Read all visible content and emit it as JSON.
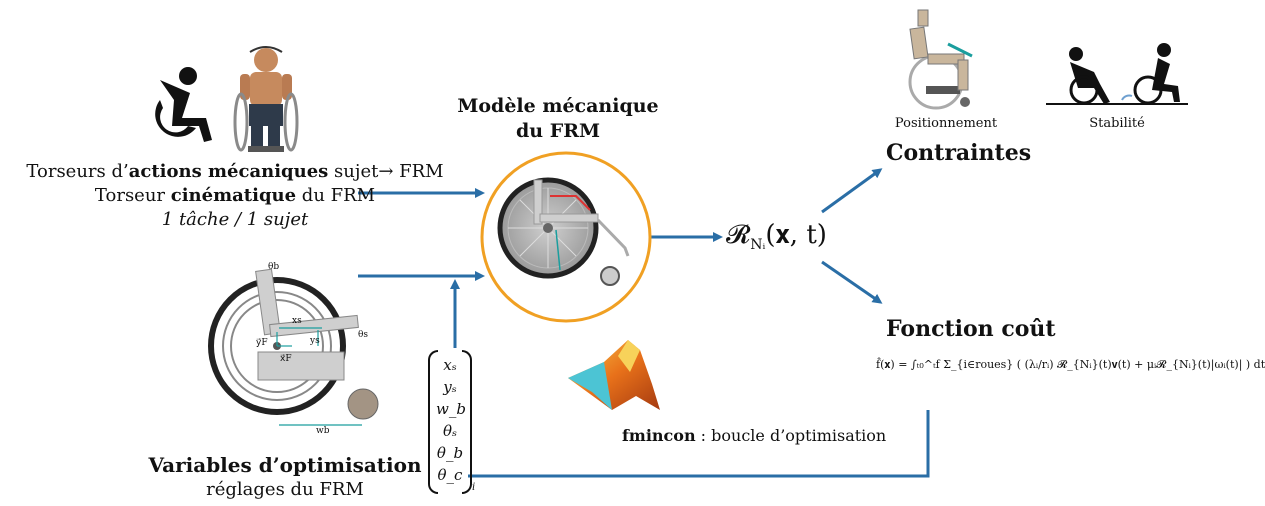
{
  "inputs": {
    "line1_prefix": "Torseurs d’",
    "line1_bold": "actions mécaniques",
    "line1_suffix": " sujet→ FRM",
    "line2_prefix": "Torseur ",
    "line2_bold": "cinématique",
    "line2_suffix": " du FRM",
    "line3": "1 tâche / 1 sujet"
  },
  "model": {
    "title_line1": "Modèle mécanique",
    "title_line2": "du FRM"
  },
  "output_symbol": "𝓡",
  "output_sub": "Nᵢ",
  "output_args": "(𝐱, t)",
  "constraints": {
    "title": "Contraintes",
    "positioning_label": "Positionnement",
    "stability_label": "Stabilité"
  },
  "cost": {
    "title": "Fonction coût",
    "formula": "f̂(𝐱) = ∫ₜ₀^ₜf  Σ_{i∈roues} ( (λᵢ/rᵢ) 𝓡_{Nᵢ}(t)𝐯(t) + μᵢ𝓡_{Nᵢ}(t)|ωᵢ(t)| ) dt"
  },
  "optimisation": {
    "title": "Variables d’optimisation",
    "subtitle": "réglages du FRM",
    "vector": [
      "xₛ",
      "yₛ",
      "w_b",
      "θₛ",
      "θ_b",
      "θ_c"
    ],
    "vector_sub": "i",
    "labels": {
      "theta_b": "θb",
      "x_s": "xs",
      "y_s": "ys",
      "theta_s": "θs",
      "y_F": "y⃗F",
      "x_F": "x⃗F",
      "w_b": "wb"
    }
  },
  "fmincon": {
    "bold": "fmincon",
    "rest": " : boucle d’optimisation"
  },
  "colors": {
    "arrow": "#2a6ea6",
    "ring": "#f0a023",
    "teal": "#1a9e9e",
    "matlab_orange": "#e8711a"
  },
  "icons": [
    "accessibility-wheelchair-icon",
    "wheelchair-user-photo",
    "wheelchair-mechanical-model",
    "matlab-logo-icon",
    "positioning-skeleton-icon",
    "stability-wheelchair-icon"
  ]
}
